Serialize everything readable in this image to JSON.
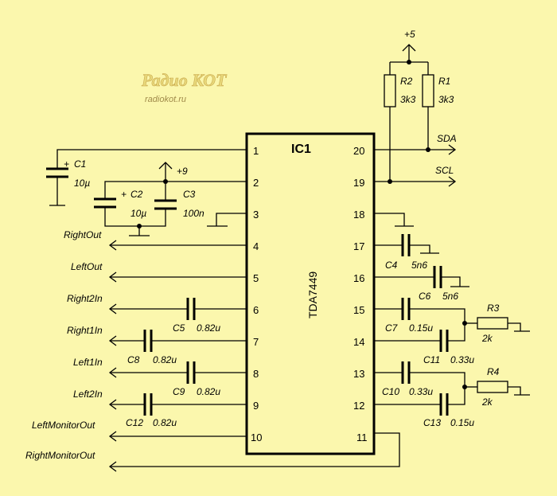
{
  "logo": {
    "main": "Радио КОТ",
    "sub": "radiokot.ru"
  },
  "ic": {
    "ref": "IC1",
    "part": "TDA7449"
  },
  "pins_left": [
    "1",
    "2",
    "3",
    "4",
    "5",
    "6",
    "7",
    "8",
    "9",
    "10"
  ],
  "pins_right": [
    "20",
    "19",
    "18",
    "17",
    "16",
    "15",
    "14",
    "13",
    "12",
    "11"
  ],
  "signals": {
    "right_out": "RightOut",
    "left_out": "LeftOut",
    "right2_in": "Right2In",
    "right1_in": "Right1In",
    "left1_in": "Left1In",
    "left2_in": "Left2In",
    "left_monitor_out": "LeftMonitorOut",
    "right_monitor_out": "RightMonitorOut",
    "sda": "SDA",
    "scl": "SCL"
  },
  "power": {
    "plus5": "+5",
    "plus9": "+9"
  },
  "components": {
    "c1": {
      "ref": "C1",
      "value": "10µ",
      "plus": "+"
    },
    "c2": {
      "ref": "C2",
      "value": "10µ",
      "plus": "+"
    },
    "c3": {
      "ref": "C3",
      "value": "100n"
    },
    "c4": {
      "ref": "C4",
      "value": "5n6"
    },
    "c5": {
      "ref": "C5",
      "value": "0.82u"
    },
    "c6": {
      "ref": "C6",
      "value": "5n6"
    },
    "c7": {
      "ref": "C7",
      "value": "0.15u"
    },
    "c8": {
      "ref": "C8",
      "value": "0.82u"
    },
    "c9": {
      "ref": "C9",
      "value": "0.82u"
    },
    "c10": {
      "ref": "C10",
      "value": "0.33u"
    },
    "c11": {
      "ref": "C11",
      "value": "0.33u"
    },
    "c12": {
      "ref": "C12",
      "value": "0.82u"
    },
    "c13": {
      "ref": "C13",
      "value": "0.15u"
    },
    "r1": {
      "ref": "R1",
      "value": "3k3"
    },
    "r2": {
      "ref": "R2",
      "value": "3k3"
    },
    "r3": {
      "ref": "R3",
      "value": "2k"
    },
    "r4": {
      "ref": "R4",
      "value": "2k"
    }
  }
}
